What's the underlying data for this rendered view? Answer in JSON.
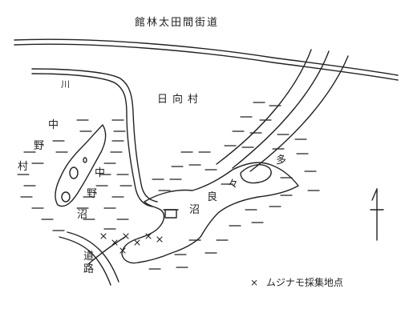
{
  "map": {
    "road_title": "館林太田間街道",
    "labels": {
      "kawa": "川",
      "hinata_mura": "日向村",
      "naka": "中",
      "no": "野",
      "mura": "村",
      "naka2": "中",
      "no2": "野",
      "numa_left": "沼",
      "ta": "多",
      "ra": "良",
      "onaji": "々",
      "numa": "沼",
      "michi": "道",
      "ro": "路"
    },
    "legend": {
      "marker": "×",
      "text": "ムジナモ採集地点"
    },
    "north_arrow": "north-arrow-icon"
  }
}
